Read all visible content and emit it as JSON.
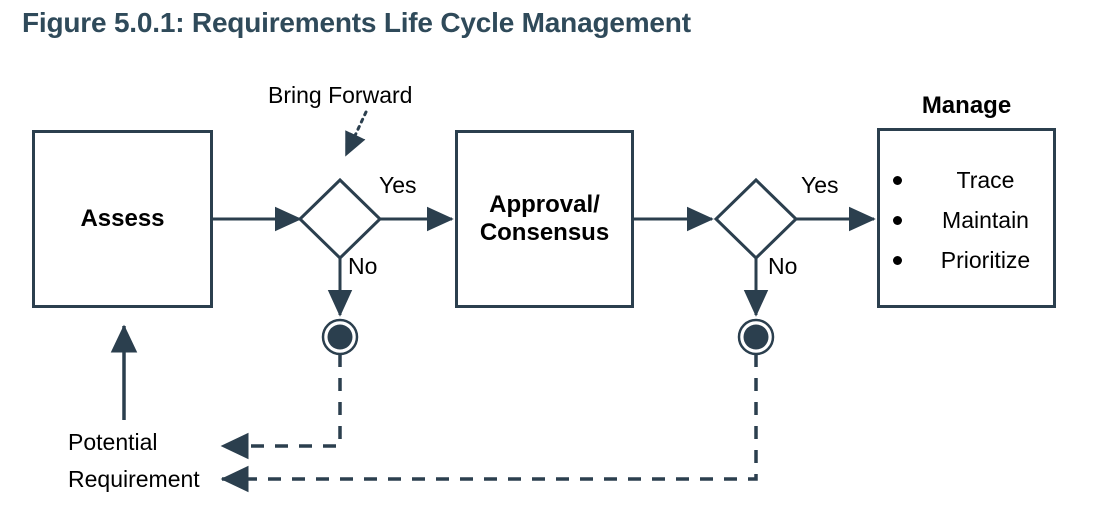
{
  "figure": {
    "title": "Figure 5.0.1: Requirements Life Cycle Management",
    "title_color": "#2f4a5a",
    "stroke_color": "#2b3f4e",
    "text_color": "#000000",
    "background": "#ffffff"
  },
  "nodes": {
    "assess": {
      "label": "Assess"
    },
    "approval": {
      "label_line1": "Approval/",
      "label_line2": "Consensus"
    },
    "manage": {
      "heading": "Manage",
      "items": [
        "Trace",
        "Maintain",
        "Prioritize"
      ]
    },
    "decision_1": {
      "label": ""
    },
    "decision_2": {
      "label": ""
    },
    "end_state_1": {
      "label": ""
    },
    "end_state_2": {
      "label": ""
    }
  },
  "edges": {
    "bring_forward": "Bring Forward",
    "yes_1": "Yes",
    "no_1": "No",
    "yes_2": "Yes",
    "no_2": "No",
    "potential_requirement_line1": "Potential",
    "potential_requirement_line2": "Requirement"
  }
}
